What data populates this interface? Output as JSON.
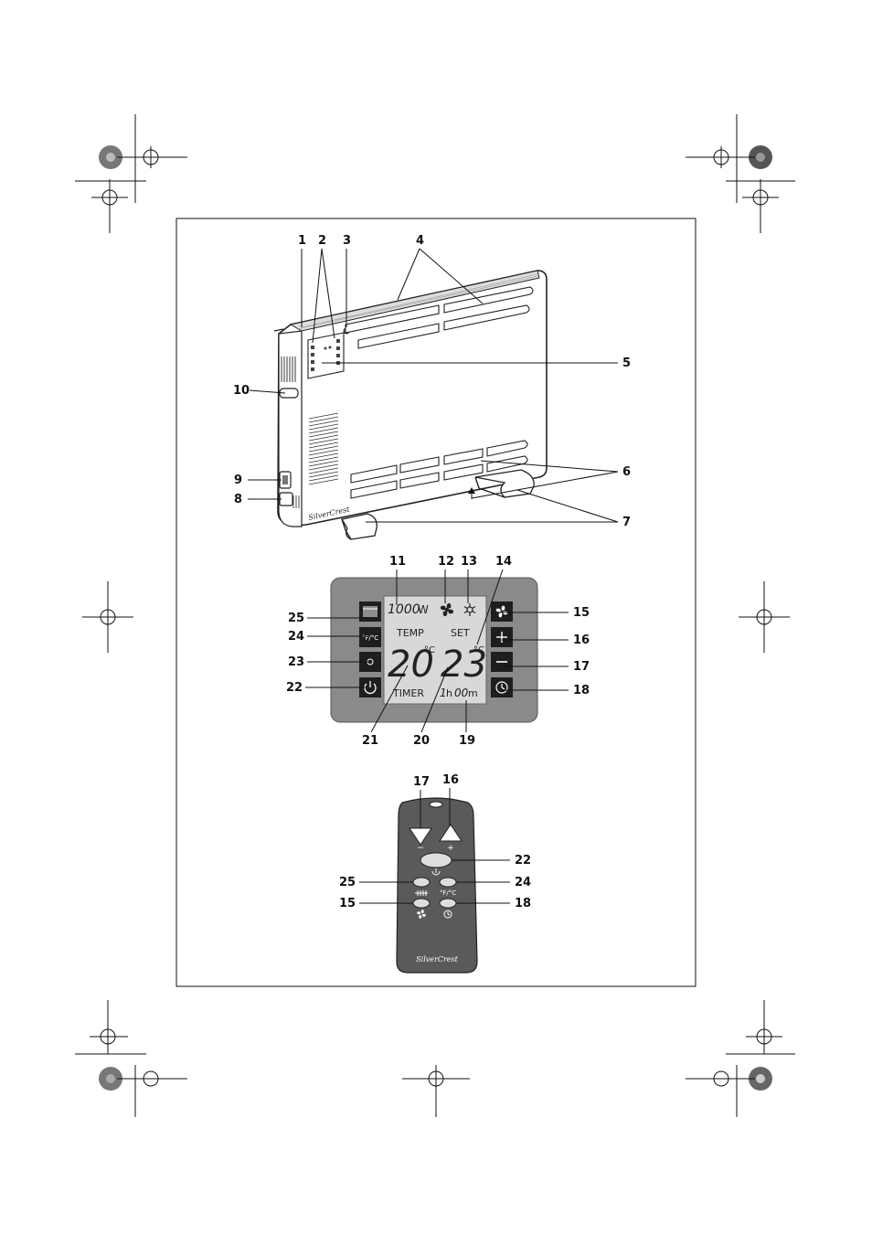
{
  "callouts": {
    "heater": {
      "c1": "1",
      "c2": "2",
      "c3": "3",
      "c4": "4",
      "c5": "5",
      "c6": "6",
      "c7": "7",
      "c8": "8",
      "c9": "9",
      "c10": "10"
    },
    "panel": {
      "c11": "11",
      "c12": "12",
      "c13": "13",
      "c14": "14",
      "c15": "15",
      "c16": "16",
      "c17": "17",
      "c18": "18",
      "c19": "19",
      "c20": "20",
      "c21": "21",
      "c22": "22",
      "c23": "23",
      "c24": "24",
      "c25": "25"
    },
    "remote": {
      "c17": "17",
      "c16": "16",
      "c22": "22",
      "c25": "25",
      "c24": "24",
      "c15": "15",
      "c18": "18"
    }
  },
  "heater": {
    "brand": "SilverCrest"
  },
  "display": {
    "power": "1000",
    "power_unit": "W",
    "temp_label": "TEMP",
    "set_label": "SET",
    "temp_value": "20",
    "set_value": "23",
    "deg_unit": "°C",
    "timer_label": "TIMER",
    "timer_h": "1",
    "timer_h_unit": "h",
    "timer_m": "00",
    "timer_m_unit": "m"
  },
  "panel_buttons": {
    "unit_toggle": "°F/°C"
  },
  "remote": {
    "minus": "−",
    "plus": "+",
    "unit_toggle": "°F/°C",
    "brand": "SilverCrest"
  },
  "colors": {
    "panel": "#8a8a8a",
    "lcd": "#d8d8d8",
    "button": "#1e1e1e",
    "remote": "#5a5a5a"
  }
}
